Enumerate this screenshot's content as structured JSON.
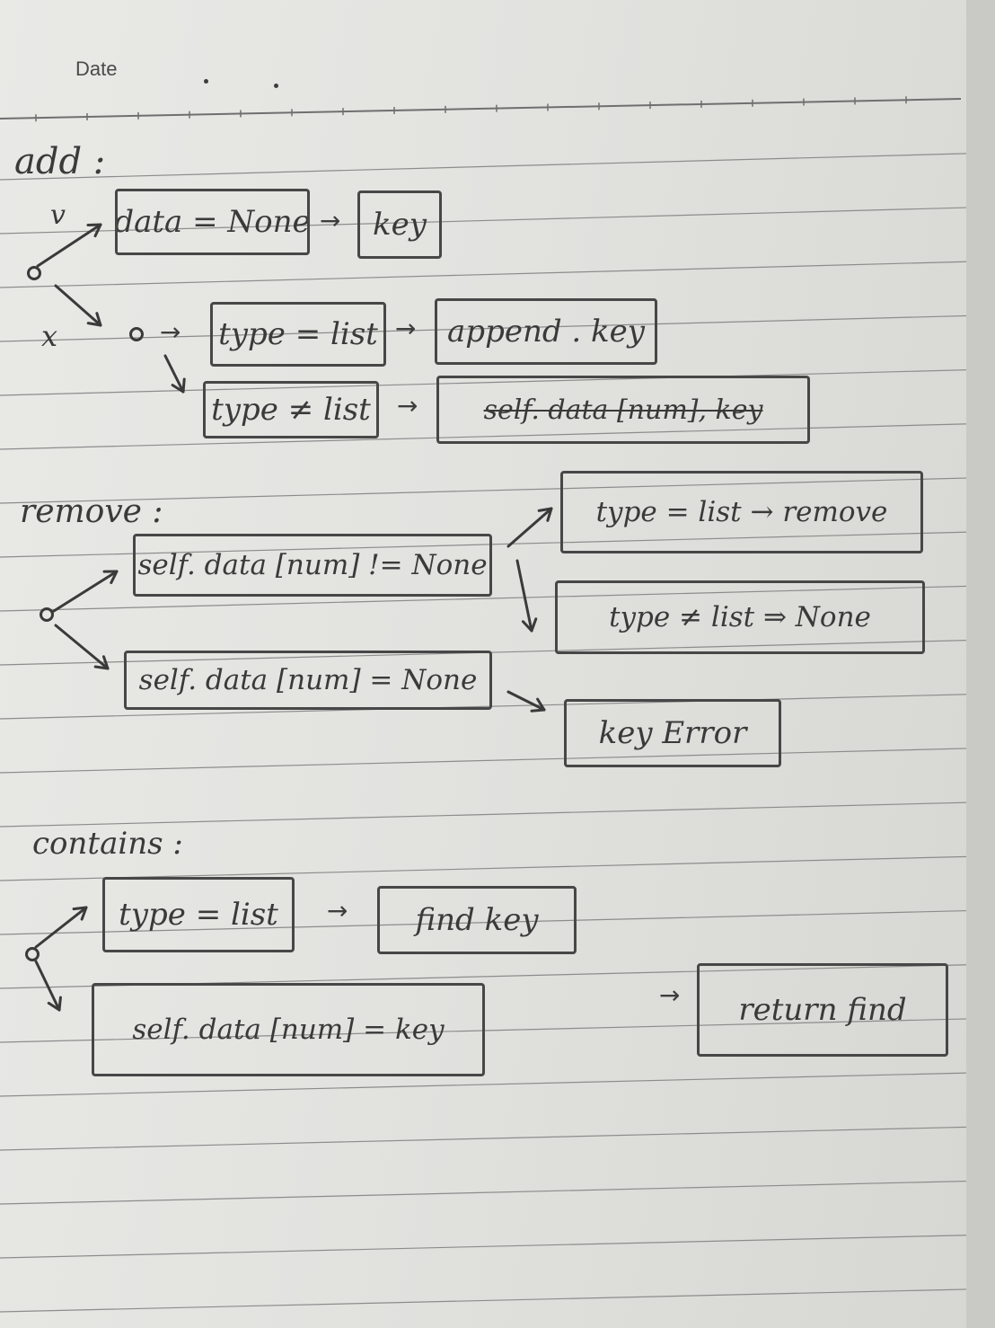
{
  "header": {
    "date_label": "Date"
  },
  "sections": {
    "add": {
      "label": "add :",
      "true_mark": "v",
      "false_mark": "x",
      "condition_box": "data = None",
      "result_box": "key",
      "type_list_box": "type = list",
      "append_box": "append . key",
      "type_not_list_box": "type ≠ list",
      "self_data_box": "self. data [num], key"
    },
    "remove": {
      "label": "remove :",
      "not_none_box": "self. data [num] != None",
      "is_none_box": "self. data [num] = None",
      "type_list_box": "type = list → remove",
      "type_not_list_box": "type ≠ list ⇒ None",
      "key_error_box": "key Error"
    },
    "contains": {
      "label": "contains :",
      "type_list_box": "type = list",
      "find_key_box": "find key",
      "self_data_key_box": "self. data [num] = key",
      "return_find_box": "return find"
    }
  },
  "glyphs": {
    "arrow": "→",
    "double_arrow": "⇒",
    "node": "node-circle"
  },
  "colors": {
    "paper": "#e6e6e3",
    "ink": "#3a3a3a",
    "rule": "#8c8c8c"
  }
}
